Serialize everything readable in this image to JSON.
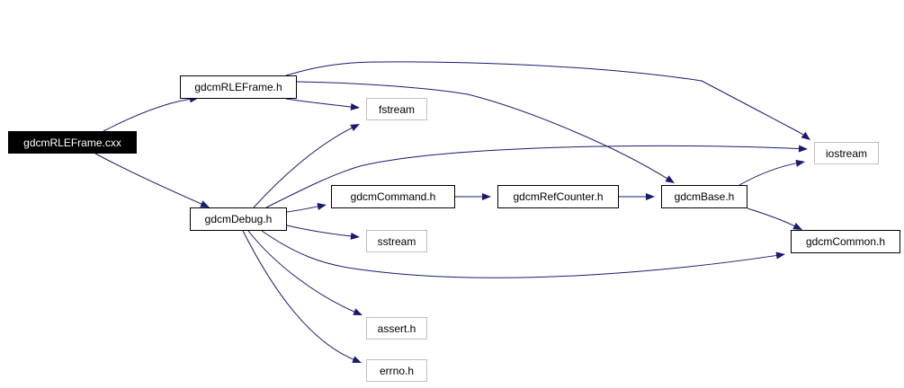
{
  "nodes": {
    "root": {
      "label": "gdcmRLEFrame.cxx",
      "style": "root"
    },
    "rleframe": {
      "label": "gdcmRLEFrame.h",
      "style": "solid"
    },
    "debug": {
      "label": "gdcmDebug.h",
      "style": "solid"
    },
    "fstream": {
      "label": "fstream",
      "style": "faded"
    },
    "iostream": {
      "label": "iostream",
      "style": "faded"
    },
    "command": {
      "label": "gdcmCommand.h",
      "style": "solid"
    },
    "refcounter": {
      "label": "gdcmRefCounter.h",
      "style": "solid"
    },
    "base": {
      "label": "gdcmBase.h",
      "style": "solid"
    },
    "sstream": {
      "label": "sstream",
      "style": "faded"
    },
    "common": {
      "label": "gdcmCommon.h",
      "style": "solid"
    },
    "assert": {
      "label": "assert.h",
      "style": "faded"
    },
    "errno": {
      "label": "errno.h",
      "style": "faded"
    }
  },
  "edges": [
    {
      "from": "root",
      "to": "rleframe"
    },
    {
      "from": "root",
      "to": "debug"
    },
    {
      "from": "rleframe",
      "to": "fstream"
    },
    {
      "from": "rleframe",
      "to": "iostream"
    },
    {
      "from": "rleframe",
      "to": "base"
    },
    {
      "from": "debug",
      "to": "fstream"
    },
    {
      "from": "debug",
      "to": "iostream"
    },
    {
      "from": "debug",
      "to": "command"
    },
    {
      "from": "debug",
      "to": "sstream"
    },
    {
      "from": "debug",
      "to": "common"
    },
    {
      "from": "debug",
      "to": "assert"
    },
    {
      "from": "debug",
      "to": "errno"
    },
    {
      "from": "command",
      "to": "refcounter"
    },
    {
      "from": "refcounter",
      "to": "base"
    },
    {
      "from": "base",
      "to": "iostream"
    },
    {
      "from": "base",
      "to": "common"
    }
  ],
  "colors": {
    "edge": "#191970",
    "solid_border": "#000000",
    "faded_border": "#bfbfbf",
    "root_fill": "#000000",
    "root_text": "#ffffff"
  }
}
